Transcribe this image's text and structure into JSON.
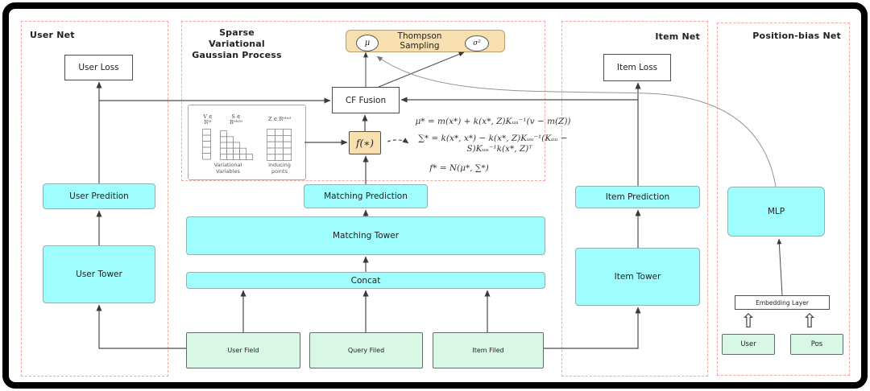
{
  "colors": {
    "cyan_fill": "#9ffdfe",
    "cyan_border": "#93b1b3",
    "green_fill": "#d9f7e5",
    "green_border": "#5f6f66",
    "wheat_fill": "#f8dfb0",
    "wheat_border": "#bb9e6c",
    "dark_border": "#4d4d4d",
    "dashed_border": "#f0a8a1",
    "line_color": "#4a4a4a",
    "curve_color": "#949494"
  },
  "sections": {
    "user_net": {
      "label": "User Net"
    },
    "svgp": {
      "label_line1": "Sparse Variational",
      "label_line2": "Gaussian Process"
    },
    "item_net": {
      "label": "Item Net"
    },
    "position_bias": {
      "label": "Position-bias Net"
    }
  },
  "nodes": {
    "user_loss": "User Loss",
    "user_predition": "User Predition",
    "user_tower": "User Tower",
    "user_field": "User Field",
    "query_filed": "Query Filed",
    "item_filed": "Item Filed",
    "concat": "Concat",
    "matching_tower": "Matching Tower",
    "matching_prediction": "Matching Prediction",
    "cf_fusion": "CF Fusion",
    "f_star": "f(∗)",
    "thompson": "Thompson Sampling",
    "mu": "μ",
    "sigma2": "σ²",
    "item_loss": "Item Loss",
    "item_prediction": "Item Prediction",
    "item_tower": "Item Tower",
    "mlp": "MLP",
    "embedding_layer": "Embedding Layer",
    "user_input": "User",
    "pos_input": "Pos"
  },
  "variational_box": {
    "v_label_1": "V ∈",
    "v_label_2": "Rᴹ",
    "s_label_1": "S ∈",
    "s_label_2": "Rᴹˣᴹ",
    "z_label": "Z ∈ Rᴹˣᵈ",
    "caption_left_1": "Variational",
    "caption_left_2": "Variables",
    "caption_right_1": "inducing",
    "caption_right_2": "points"
  },
  "formulas": {
    "mu": "μ* = m(x*) + k(x*, Z)Kᵤᵤ⁻¹(v − m(Z))",
    "sigma_line1": "∑* = k(x*, x*) − k(x*, Z)Kᵤᵤ⁻¹(Kᵤᵤ −",
    "sigma_line2": "S)Kᵤᵤ⁻¹k(x*, Z)ᵀ",
    "f": "f* = N(μ*, ∑*)"
  },
  "icons": {
    "up_arrow": "⇧"
  }
}
